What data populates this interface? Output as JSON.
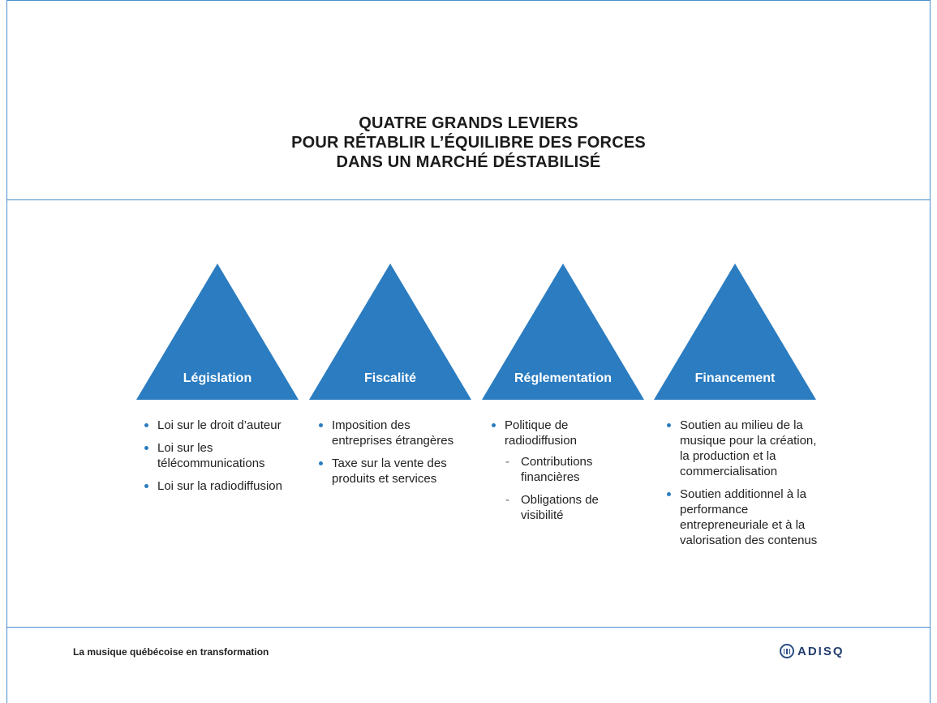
{
  "title_lines": [
    "QUATRE GRANDS LEVIERS",
    "POUR RÉTABLIR L’ÉQUILIBRE DES FORCES",
    "DANS UN MARCHÉ DÉSTABILISÉ"
  ],
  "levers": [
    {
      "name": "Législation",
      "items": [
        {
          "text": "Loi sur le droit d’auteur"
        },
        {
          "text": "Loi sur les télécommunications"
        },
        {
          "text": "Loi sur la radiodiffusion"
        }
      ]
    },
    {
      "name": "Fiscalité",
      "items": [
        {
          "text": "Imposition des entreprises étrangères"
        },
        {
          "text": "Taxe sur la vente des produits et services"
        }
      ]
    },
    {
      "name": "Réglementation",
      "items": [
        {
          "text": "Politique de radiodiffusion",
          "sub": [
            "Contributions financières",
            "Obligations de visibilité"
          ]
        }
      ]
    },
    {
      "name": "Financement",
      "items": [
        {
          "text": "Soutien au milieu de la musique pour la création, la production et la commercialisation"
        },
        {
          "text": "Soutien additionnel à la performance entrepreneuriale et à la valorisation des contenus"
        }
      ]
    }
  ],
  "footer": {
    "caption": "La musique québécoise en transformation",
    "logo_text": "ADISQ"
  },
  "colors": {
    "accent": "#2b7cc0",
    "rule": "#4a8fcf"
  }
}
